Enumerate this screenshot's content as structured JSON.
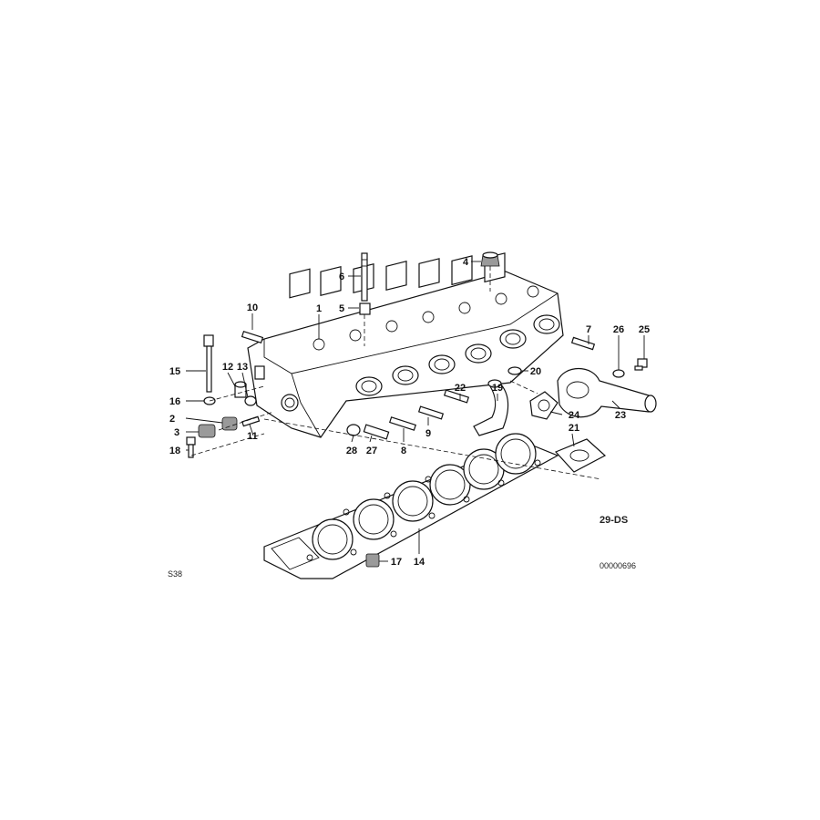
{
  "diagram": {
    "sheet_code": "S38",
    "group_code": "29-DS",
    "image_number": "00000696",
    "callouts": [
      "1",
      "2",
      "3",
      "4",
      "5",
      "6",
      "7",
      "8",
      "9",
      "10",
      "11",
      "12",
      "13",
      "14",
      "15",
      "16",
      "17",
      "18",
      "19",
      "20",
      "21",
      "22",
      "23",
      "24",
      "25",
      "26",
      "27",
      "28"
    ]
  }
}
